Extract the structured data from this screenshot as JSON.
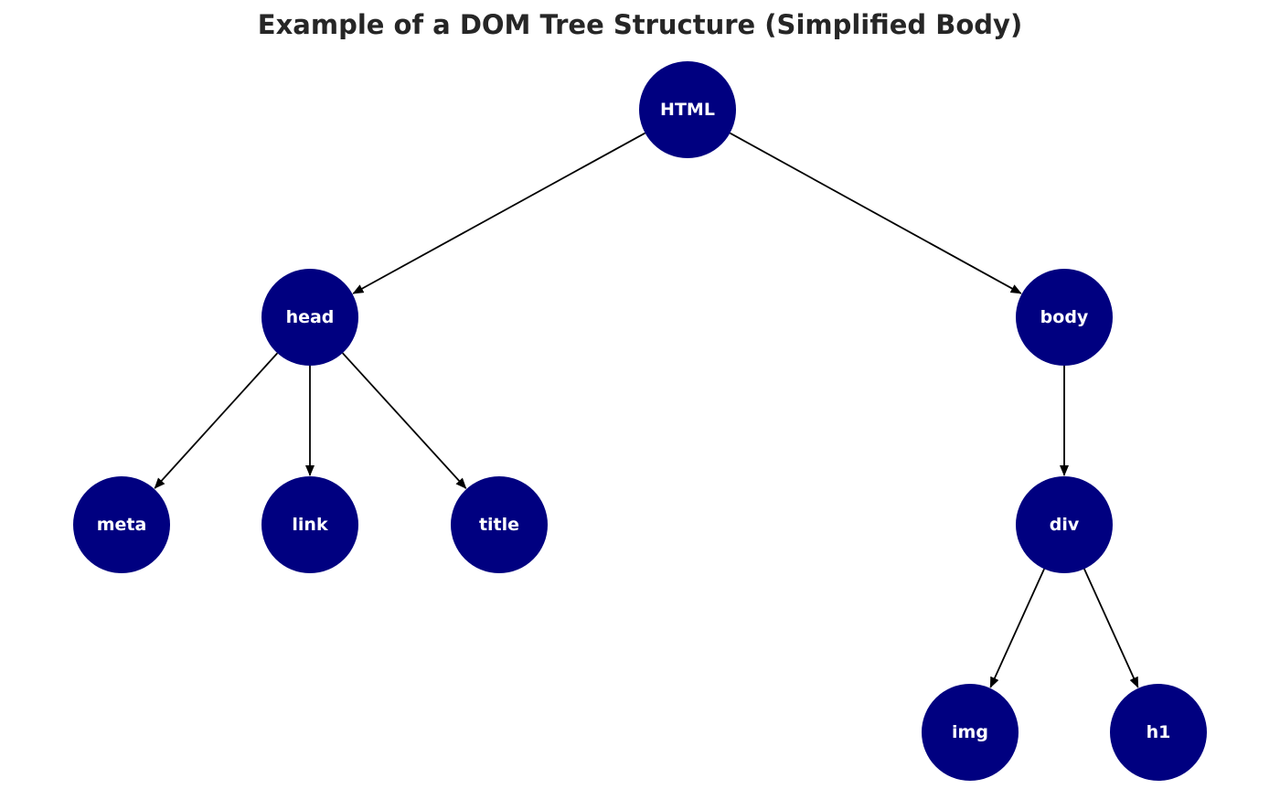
{
  "title": "Example of a DOM Tree Structure (Simplified Body)",
  "colors": {
    "node_fill": "#000080",
    "node_text": "#ffffff",
    "edge": "#000000",
    "title_text": "#262626",
    "background": "#ffffff"
  },
  "tree": {
    "nodes": [
      {
        "id": "html",
        "label": "HTML"
      },
      {
        "id": "head",
        "label": "head"
      },
      {
        "id": "body",
        "label": "body"
      },
      {
        "id": "meta",
        "label": "meta"
      },
      {
        "id": "link",
        "label": "link"
      },
      {
        "id": "title",
        "label": "title"
      },
      {
        "id": "div",
        "label": "div"
      },
      {
        "id": "img",
        "label": "img"
      },
      {
        "id": "h1",
        "label": "h1"
      }
    ],
    "edges": [
      {
        "from": "html",
        "to": "head"
      },
      {
        "from": "html",
        "to": "body"
      },
      {
        "from": "head",
        "to": "meta"
      },
      {
        "from": "head",
        "to": "link"
      },
      {
        "from": "head",
        "to": "title"
      },
      {
        "from": "body",
        "to": "div"
      },
      {
        "from": "div",
        "to": "img"
      },
      {
        "from": "div",
        "to": "h1"
      }
    ]
  }
}
